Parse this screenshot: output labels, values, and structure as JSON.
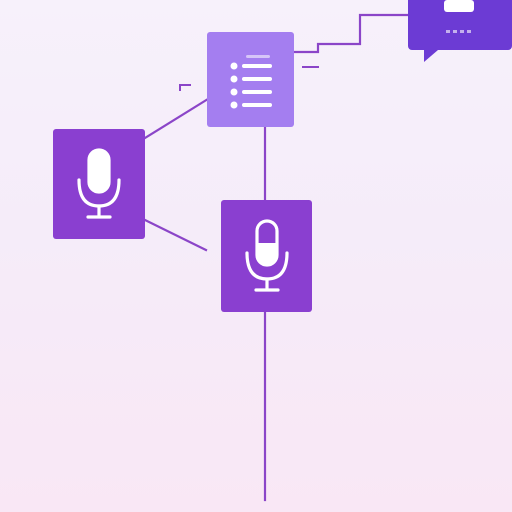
{
  "diagram": {
    "nodes": [
      {
        "id": "list-node",
        "icon": "list-icon"
      },
      {
        "id": "mic-node-left",
        "icon": "microphone-icon"
      },
      {
        "id": "mic-node-center",
        "icon": "microphone-icon"
      },
      {
        "id": "chat-node",
        "icon": "chat-bubble-icon"
      }
    ],
    "edges": [
      {
        "from": "mic-node-left",
        "to": "list-node"
      },
      {
        "from": "mic-node-left",
        "to": "mic-node-center"
      },
      {
        "from": "list-node",
        "to": "mic-node-center"
      },
      {
        "from": "list-node",
        "to": "chat-node"
      }
    ]
  },
  "colors": {
    "background_top": "#f6f0fb",
    "background_bottom": "#f8e6f4",
    "accent": "#8a3fd0",
    "accent_dark": "#6c3bd4",
    "accent_light": "#a77ff0",
    "line": "#8b45c8",
    "icon_fg": "#ffffff"
  }
}
